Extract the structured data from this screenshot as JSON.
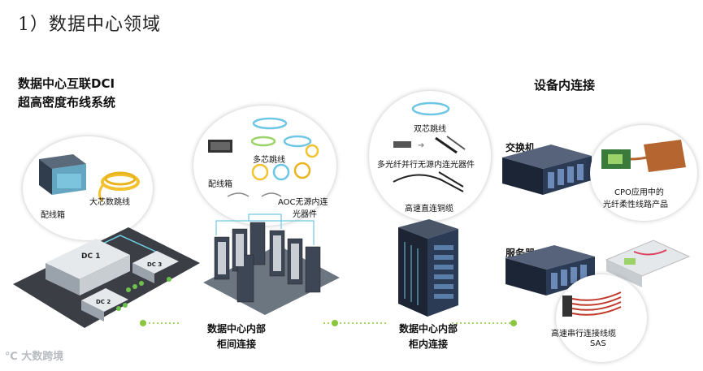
{
  "title": "1）数据中心领域",
  "section_dci": {
    "heading_line1": "数据中心互联DCI",
    "heading_line2": "超高密度布线系统",
    "bubble_labels": {
      "patch_box": "配线箱",
      "trunk_cable": "大芯数跳线"
    },
    "buildings": [
      "DC 1",
      "DC 2",
      "DC 3"
    ]
  },
  "section_inter_cabinet": {
    "bubble_labels": {
      "multi_core": "多芯跳线",
      "patch_box": "配线箱",
      "aoc_line1": "AOC无源内连",
      "aoc_line2": "光器件"
    },
    "bottom_label_line1": "数据中心内部",
    "bottom_label_line2": "柜间连接"
  },
  "section_intra_cabinet": {
    "bubble_labels": {
      "duplex": "双芯跳线",
      "parallel": "多光纤并行无源内连光器件",
      "dac": "高速直连铜缆"
    },
    "bottom_label_line1": "数据中心内部",
    "bottom_label_line2": "柜内连接"
  },
  "section_in_device": {
    "heading": "设备内连接",
    "switch_label": "交换机",
    "server_label": "服务器",
    "cpo_line1": "CPO应用中的",
    "cpo_line2": "光纤柔性线路产品",
    "sas_line1": "高速串行连接线缆",
    "sas_line2": "SAS"
  },
  "watermark": "大数跨境",
  "colors": {
    "accent_green": "#8cc63f",
    "connector_blue": "#6ec6e6",
    "rack_dark": "#2b3a55"
  }
}
